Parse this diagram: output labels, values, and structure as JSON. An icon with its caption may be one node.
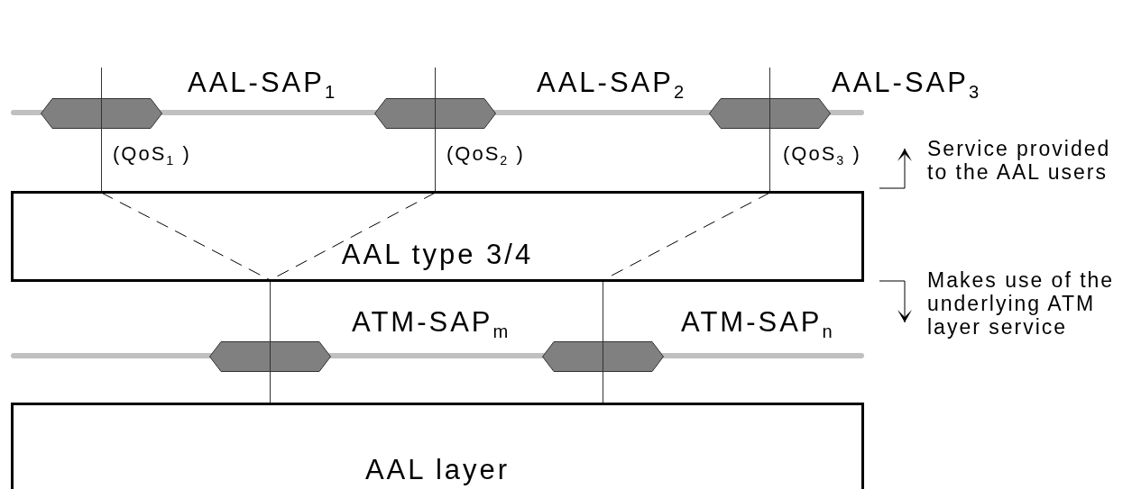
{
  "diagram": {
    "nodes": [
      {
        "text": [],
        "shape": "hexagon",
        "beside": [
          "AAL-SAP$_{1}$",
          "(QoS$_{1}$ )"
        ]
      },
      {
        "text": [],
        "shape": "hexagon",
        "beside": [
          "AAL-SAP$_{2}$",
          "(QoS$_{2}$ )"
        ]
      },
      {
        "text": [],
        "shape": "hexagon",
        "beside": [
          "AAL-SAP$_{3}$",
          "(QoS$_{3}$ )"
        ]
      },
      {
        "text": [
          "AAL type 3/4"
        ]
      },
      {
        "text": [],
        "shape": "hexagon",
        "beside": [
          "ATM-SAP$_{m}$"
        ]
      },
      {
        "text": [],
        "shape": "hexagon",
        "beside": [
          "ATM-SAP$_{n}$"
        ]
      },
      {
        "text": [
          "AAL layer"
        ]
      }
    ],
    "edges": [
      {
        "from": 0,
        "to": 3,
        "arrow": "none"
      },
      {
        "from": 1,
        "to": 3,
        "arrow": "none"
      },
      {
        "from": 2,
        "to": 3,
        "arrow": "none"
      },
      {
        "from": 3,
        "to": 4,
        "arrow": "none"
      },
      {
        "from": 4,
        "to": 6,
        "arrow": "none"
      },
      {
        "from": 3,
        "to": 5,
        "arrow": "none"
      },
      {
        "from": 5,
        "to": 6,
        "arrow": "none"
      }
    ],
    "labels": [
      "Service provided to the AAL users",
      "Makes use of the underlying ATM layer service"
    ]
  }
}
